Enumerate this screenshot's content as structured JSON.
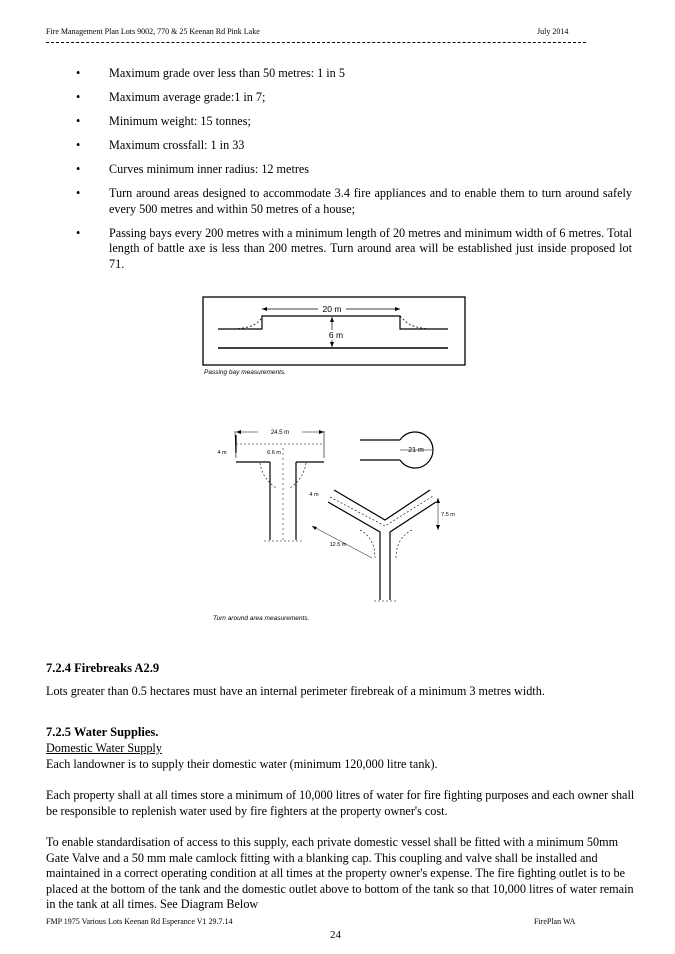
{
  "header": {
    "left": "Fire Management Plan Lots 9002, 770 & 25 Keenan Rd Pink Lake",
    "right": "July 2014"
  },
  "bullets": [
    "Maximum grade over less than 50 metres: 1 in 5",
    "Maximum average grade:1 in 7;",
    "Minimum weight: 15 tonnes;",
    "Maximum crossfall: 1 in 33",
    "Curves minimum inner radius: 12 metres",
    "Turn around areas designed to accommodate 3.4 fire appliances and to enable them to turn around safely every 500 metres and within 50 metres of a house;",
    "Passing bays every 200 metres with a minimum length of 20 metres and minimum width of 6 metres. Total length of battle axe is less than 200 metres. Turn around area will be established just inside proposed lot 71."
  ],
  "bullet_symbol": "•",
  "figure_passing": {
    "label_length": "20 m",
    "label_width": "6 m",
    "caption": "Passing bay measurements."
  },
  "figure_turn": {
    "label_top": "24.5 m",
    "label_left": "4 m",
    "label_inner": "6.6 m",
    "label_circle": "21 m",
    "label_y_left": "4 m",
    "label_y_right": "7.5 m",
    "label_y_bottom": "12.5 m",
    "caption": "Turn around area measurements."
  },
  "section_724": {
    "heading": "7.2.4 Firebreaks A2.9",
    "text": "Lots greater than 0.5 hectares must have an internal perimeter firebreak of a minimum 3 metres width."
  },
  "section_725": {
    "heading": "7.2.5 Water Supplies.",
    "subheading": "Domestic Water Supply",
    "line1": "Each landowner is to supply their domestic water (minimum 120,000 litre tank).",
    "para2": "Each property shall at all times store a minimum of 10,000 litres of water for fire fighting purposes and each owner shall be responsible to replenish water used by fire fighters at the property owner's cost.",
    "para3": "To enable standardisation of access to this supply, each private domestic vessel shall be fitted with a minimum 50mm Gate Valve and a 50 mm male camlock fitting with a blanking cap.  This coupling and valve shall be installed and maintained in a correct operating condition at all times at the property owner's expense. The fire fighting outlet is to be placed at the bottom of the tank and the domestic outlet above to bottom of the tank so that 10,000 litres of water remain in the tank at all times. See Diagram Below"
  },
  "footer": {
    "left": "FMP 1975 Various Lots Keenan Rd Esperance V1 29.7.14",
    "right": "FirePlan WA",
    "page": "24"
  }
}
